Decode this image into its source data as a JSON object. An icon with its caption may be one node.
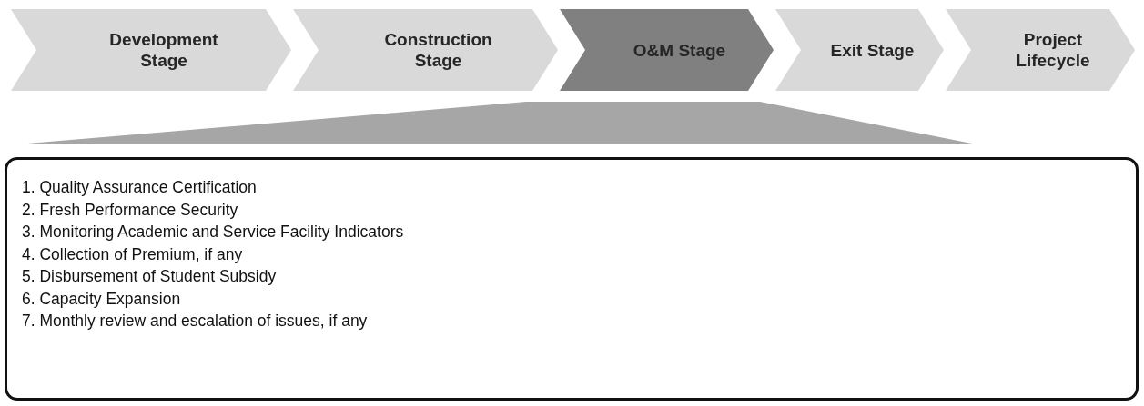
{
  "diagram": {
    "nodes": [
      {
        "text": [
          "Development Stage"
        ]
      },
      {
        "text": [
          "Construction Stage"
        ]
      },
      {
        "text": [
          "O&M Stage"
        ]
      },
      {
        "text": [
          "Exit Stage"
        ]
      },
      {
        "text": [
          "Project Lifecycle"
        ]
      },
      {
        "text": [],
        "shape": "trapezoid"
      },
      {
        "text": [
          "1. Quality Assurance Certification",
          "2. Fresh Performance Security",
          "3. Monitoring Academic and Service Facility Indicators",
          "4. Collection of Premium, if any",
          "5. Disbursement of Student Subsidy",
          "6. Capacity Expansion",
          "7. Monthly review and escalation of issues, if any"
        ]
      }
    ]
  }
}
